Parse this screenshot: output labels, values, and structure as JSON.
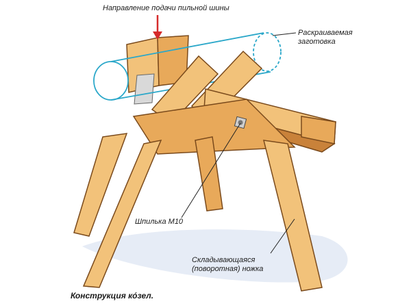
{
  "diagram": {
    "labels": {
      "feed_direction": "Направление подачи пильной шины",
      "workpiece_line1": "Раскраиваемая",
      "workpiece_line2": "заготовка",
      "stud": "Шпилька М10",
      "leg_line1": "Складывающаяся",
      "leg_line2": "(поворотная) ножка",
      "caption": "Конструкция ко́зел."
    },
    "colors": {
      "wood_light": "#f2c27a",
      "wood_mid": "#e8a95a",
      "wood_dark": "#c9823a",
      "outline": "#7a4a1c",
      "workpiece": "#2aa7c9",
      "arrow": "#d62b2b",
      "shadow": "#e6ecf6",
      "leader": "#222222"
    },
    "icons": {
      "feed_arrow": "arrow-down-icon",
      "stud_bolt": "bolt-icon"
    }
  }
}
